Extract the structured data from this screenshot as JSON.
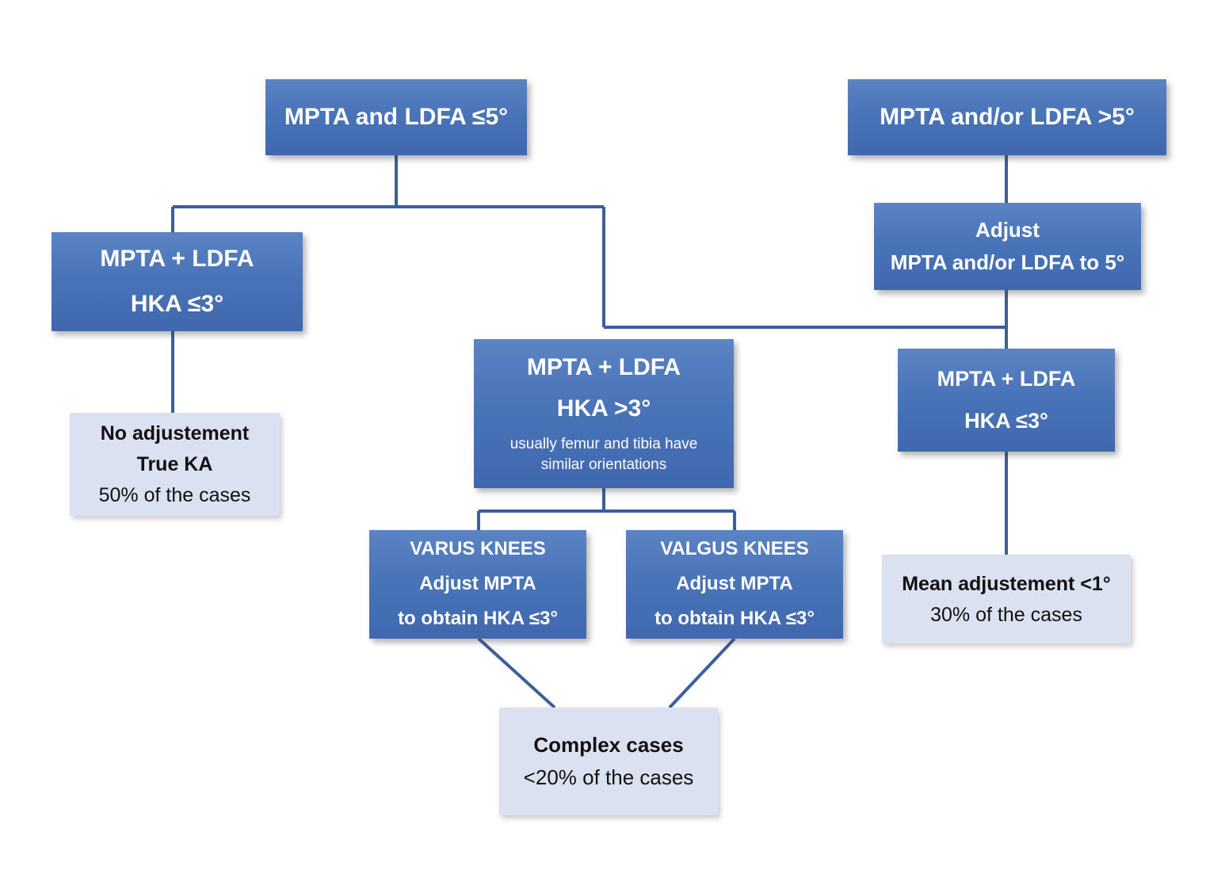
{
  "diagram": {
    "title": "Knee alignment adjustment decision flowchart",
    "background_color": "#ffffff",
    "box_blue_color": "#4a74b8",
    "box_light_color": "#dae1f0",
    "connector_color": "#3c5e9c",
    "nodes": {
      "root_left": {
        "line1": "MPTA and LDFA ≤5°"
      },
      "root_right": {
        "line1": "MPTA and/or LDFA >5°"
      },
      "adjust_right": {
        "line1": "Adjust",
        "line2": "MPTA and/or LDFA to 5°"
      },
      "left_hka_le3": {
        "line1": "MPTA + LDFA",
        "line2": "HKA ≤3°"
      },
      "left_outcome": {
        "line1": "No adjustement",
        "line2": "True KA",
        "line3": "50% of the cases"
      },
      "center_hka_gt3": {
        "line1": "MPTA + LDFA",
        "line2": "HKA >3°",
        "line3": "usually femur and tibia have",
        "line4": "similar orientations"
      },
      "varus": {
        "line1": "VARUS KNEES",
        "line2": "Adjust MPTA",
        "line3": "to obtain HKA ≤3°"
      },
      "valgus": {
        "line1": "VALGUS KNEES",
        "line2": "Adjust MPTA",
        "line3": "to obtain HKA ≤3°"
      },
      "complex": {
        "line1": "Complex cases",
        "line2": "<20% of the cases"
      },
      "right_hka_le3": {
        "line1": "MPTA + LDFA",
        "line2": "HKA ≤3°"
      },
      "right_outcome": {
        "line1": "Mean adjustement <1°",
        "line2": "30% of the cases"
      }
    }
  }
}
